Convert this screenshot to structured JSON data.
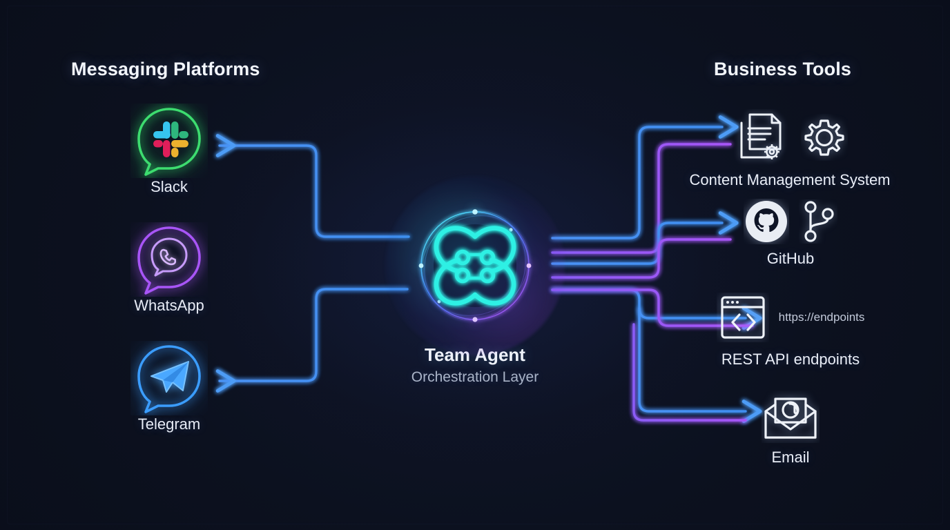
{
  "headings": {
    "left": "Messaging Platforms",
    "right": "Business Tools"
  },
  "agent": {
    "title": "Team Agent",
    "subtitle": "Orchestration Layer",
    "icon": "atom-orbital-icon",
    "core_color": "#2ff0e4",
    "ring_colors": [
      "#35e3ff",
      "#9a4dff"
    ]
  },
  "messaging_platforms": [
    {
      "id": "slack",
      "label": "Slack",
      "icon": "slack-bubble-icon",
      "color": "#3ddc6f"
    },
    {
      "id": "whatsapp",
      "label": "WhatsApp",
      "icon": "whatsapp-bubble-icon",
      "color": "#a855f7"
    },
    {
      "id": "telegram",
      "label": "Telegram",
      "icon": "telegram-bubble-icon",
      "color": "#3b9dff"
    }
  ],
  "business_tools": [
    {
      "id": "cms",
      "label": "Content Management System",
      "icons": [
        "documents-gear-icon",
        "gear-icon"
      ]
    },
    {
      "id": "github",
      "label": "GitHub",
      "icons": [
        "github-octocat-icon",
        "git-branch-icon"
      ]
    },
    {
      "id": "restapi",
      "label": "REST API endpoints",
      "icons": [
        "code-window-icon"
      ],
      "url": "https://endpoints"
    },
    {
      "id": "email",
      "label": "Email",
      "icons": [
        "envelope-at-icon"
      ]
    }
  ],
  "connectors": {
    "inbound_color": "#3b82f6",
    "bidirectional_color": "#a855f7",
    "outbound_color": "#3b82f6",
    "return_color": "#a855f7"
  }
}
